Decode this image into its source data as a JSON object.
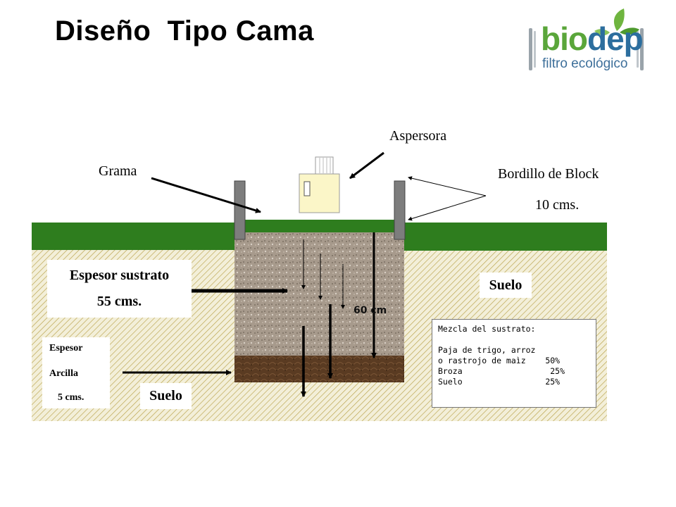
{
  "title": "Diseño  Tipo Cama",
  "logo": {
    "word_bio": "bio",
    "word_dep": "dep",
    "tagline": "filtro ecológico"
  },
  "labels": {
    "aspersora": "Aspersora",
    "grama": "Grama",
    "bordillo_line1": "Bordillo de Block",
    "bordillo_line2": "10 cms.",
    "espesor_sustrato_line1": "Espesor sustrato",
    "espesor_sustrato_line2": "55 cms.",
    "suelo_right": "Suelo",
    "suelo_left": "Suelo",
    "espesor_arcilla_line1": "Espesor",
    "espesor_arcilla_line2": "Arcilla",
    "espesor_arcilla_line3": "5 cms.",
    "depth": "60 cm"
  },
  "mixture": {
    "heading": "Mezcla del sustrato:",
    "lines": [
      "",
      "Paja de trigo, arroz",
      "o rastrojo de maìz    50%",
      "Broza                  25%",
      "Suelo                 25%"
    ]
  },
  "colors": {
    "grass": "#2e7d1e",
    "soil_hatch": "#b9a24a",
    "soil_bg": "#f3efd9",
    "substrate": "#a79a8c",
    "clay": "#5a3b22",
    "block": "#7d7d7d",
    "sprinkler": "#fbf6c8",
    "logo_green": "#5aa63a",
    "logo_blue": "#2c6e9e"
  }
}
